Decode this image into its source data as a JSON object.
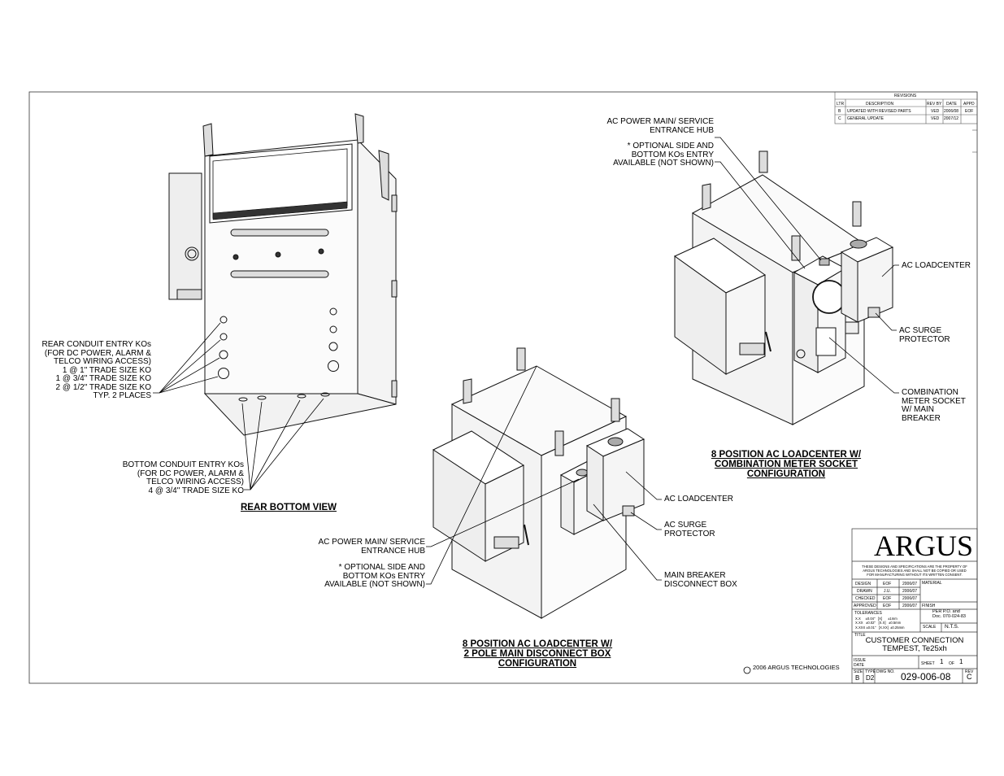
{
  "revisions": {
    "title": "REVISIONS",
    "headers": [
      "LTR",
      "DESCRIPTION",
      "REV BY",
      "DATE",
      "APPD"
    ],
    "rows": [
      [
        "B",
        "UPDATED WITH REVISED PARTS",
        "VED",
        "2006/08",
        "EOF"
      ],
      [
        "C",
        "GENERAL UPDATE",
        "VED",
        "2007/12",
        ""
      ]
    ]
  },
  "rear_view": {
    "caption": "REAR BOTTOM VIEW",
    "rear_ko_label": "REAR CONDUIT ENTRY KOs\n(FOR DC POWER, ALARM &\nTELCO WIRING ACCESS)\n1 @ 1\" TRADE SIZE KO\n1 @ 3/4\" TRADE SIZE KO\n2 @ 1/2\" TRADE SIZE KO\nTYP. 2 PLACES",
    "bottom_ko_label": "BOTTOM CONDUIT ENTRY KOs\n(FOR DC POWER, ALARM &\nTELCO WIRING ACCESS)\n4 @ 3/4\" TRADE SIZE KO"
  },
  "config_disconnect": {
    "caption": "8 POSITION AC LOADCENTER W/\n2 POLE MAIN DISCONNECT BOX\nCONFIGURATION",
    "hub_label": "AC POWER MAIN/ SERVICE\nENTRANCE HUB",
    "optional_label": "* OPTIONAL SIDE AND\nBOTTOM KOs ENTRY\nAVAILABLE (NOT SHOWN)",
    "loadcenter_label": "AC LOADCENTER",
    "surge_label": "AC SURGE\nPROTECTOR",
    "breaker_label": "MAIN BREAKER\nDISCONNECT BOX"
  },
  "config_meter": {
    "caption": "8 POSITION AC LOADCENTER W/\nCOMBINATION METER SOCKET\nCONFIGURATION",
    "hub_label": "AC POWER MAIN/ SERVICE\nENTRANCE HUB",
    "optional_label": "* OPTIONAL SIDE AND\nBOTTOM KOs ENTRY\nAVAILABLE (NOT SHOWN)",
    "loadcenter_label": "AC LOADCENTER",
    "surge_label": "AC SURGE\nPROTECTOR",
    "meter_label": "COMBINATION\nMETER SOCKET\nW/ MAIN\nBREAKER"
  },
  "copyright": "2006 ARGUS TECHNOLOGIES",
  "title_block": {
    "logo": "ARGUS",
    "notice": "THESE DESIGNS AND SPECIFICATIONS ARE THE PROPERTY OF\nARGUS TECHNOLOGIES AND SHALL NOT BE COPIED OR USED\nFOR MANUFACTURING WITHOUT ITS WRITTEN CONSENT.",
    "sign_rows": [
      [
        "DESIGN",
        "EOF",
        "2006/07"
      ],
      [
        "DRAWN",
        "J.U.",
        "2006/07"
      ],
      [
        "CHECKED",
        "EOF",
        "2006/07"
      ],
      [
        "APPROVED",
        "EOF",
        "2006/07"
      ]
    ],
    "material_label": "MATERIAL",
    "finish_label": "FINISH",
    "finish_value": "PER P.O. and\nDoc. 070-024-83",
    "tolerances_label": "TOLERANCES",
    "tolerances": "X.X     ±0.04\"   [X]      ±1mm\nX.XX   ±0.02\"   [X.X]   ±0.5mm\nX.XXX ±0.01\"   [X.XX]  ±0.25mm",
    "scale_label": "SCALE",
    "scale_value": "N.T.S.",
    "title_label": "TITLE",
    "title": "CUSTOMER CONNECTION\nTEMPEST, Te25xh",
    "issue_label": "ISSUE\nDATE",
    "sheet_label": "SHEET",
    "sheet": "1",
    "of_label": "OF",
    "sheet_total": "1",
    "size_label": "SIZE",
    "size": "B",
    "type_label": "TYPE",
    "type": "D2",
    "dwg_label": "DWG NO.",
    "dwg_no": "029-006-08",
    "rev_label": "REV",
    "rev": "C"
  }
}
